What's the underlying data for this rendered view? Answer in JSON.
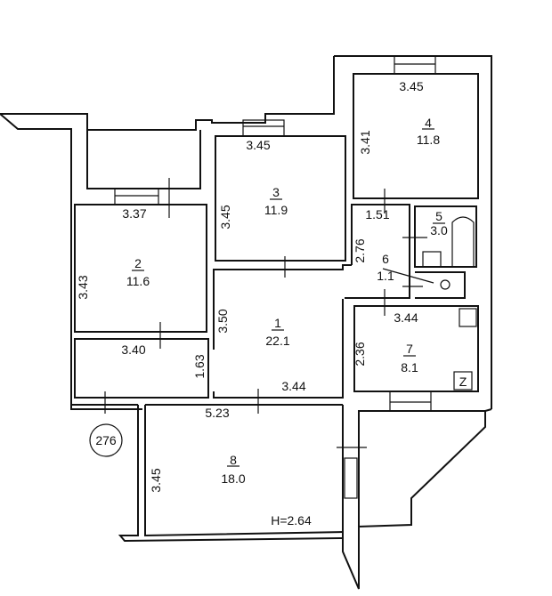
{
  "plan": {
    "apartment_number": "276",
    "ceiling_height": "H=2.64",
    "rooms": [
      {
        "id": "1",
        "area": "22.1"
      },
      {
        "id": "2",
        "area": "11.6"
      },
      {
        "id": "3",
        "area": "11.9"
      },
      {
        "id": "4",
        "area": "11.8"
      },
      {
        "id": "5",
        "area": "3.0"
      },
      {
        "id": "6",
        "area": "1.1"
      },
      {
        "id": "7",
        "area": "8.1"
      },
      {
        "id": "8",
        "area": "18.0"
      }
    ],
    "dimensions": {
      "r4_width": "3.45",
      "r4_height": "3.41",
      "r3_width": "3.45",
      "r3_height": "3.45",
      "r2_width": "3.37",
      "r2_height": "3.43",
      "hall_width": "3.40",
      "hall_height": "1.63",
      "r1_height": "3.50",
      "r1_width": "3.44",
      "corr_width": "1.51",
      "corr_height": "2.76",
      "r7_width": "3.44",
      "r7_height": "2.36",
      "r8_width": "5.23",
      "r8_height": "3.45"
    },
    "stove_symbol": "Z"
  }
}
